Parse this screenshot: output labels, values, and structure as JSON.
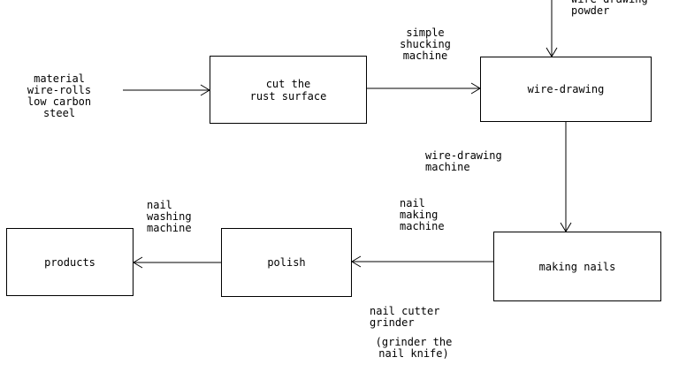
{
  "input": {
    "material": "material\nwire-rolls\nlow carbon\nsteel",
    "powder": "wire-drawing\npowder"
  },
  "steps": {
    "cut": "cut the\nrust surface",
    "draw": "wire-drawing",
    "nails": "making nails",
    "polish": "polish",
    "products": "products"
  },
  "machines": {
    "shucking": "simple\nshucking\nmachine",
    "drawing": "wire-drawing\nmachine",
    "nail_making": "nail\nmaking\nmachine",
    "washing": "nail\nwashing\nmachine",
    "cutter": "nail cutter\ngrinder",
    "grinder_note": "(grinder the\nnail knife)"
  }
}
